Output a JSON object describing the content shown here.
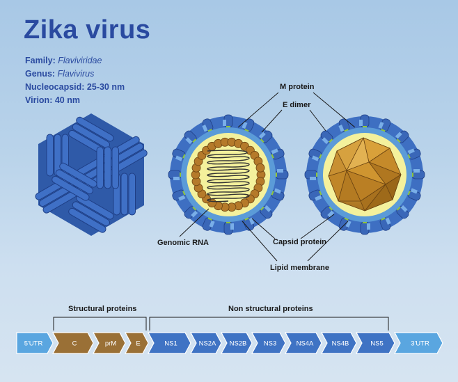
{
  "title": "Zika virus",
  "info": {
    "family_key": "Family:",
    "family_val": "Flaviviridae",
    "genus_key": "Genus:",
    "genus_val": "Flavivirus",
    "nucleocapsid": "Nucleocapsid: 25-30 nm",
    "virion": "Virion: 40 nm"
  },
  "labels": {
    "m_protein": "M protein",
    "e_dimer": "E dimer",
    "genomic_rna": "Genomic RNA",
    "capsid_protein": "Capsid protein",
    "lipid_membrane": "Lipid membrane"
  },
  "genome": {
    "structural": "Structural proteins",
    "non_structural": "Non structural proteins",
    "segments": [
      "5'UTR",
      "C",
      "prM",
      "E",
      "NS1",
      "NS2A",
      "NS2B",
      "NS3",
      "NS4A",
      "NS4B",
      "NS5",
      "3'UTR"
    ]
  },
  "colors": {
    "blue_protein": "#3e6fc2",
    "membrane_yellow": "#f4f19c",
    "capsid_brown": "#b57a2a",
    "green_m": "#8fc53a",
    "utr_light": "#5aa6e0",
    "structural_brown": "#9a7036",
    "ns_blue": "#3f73c4"
  }
}
